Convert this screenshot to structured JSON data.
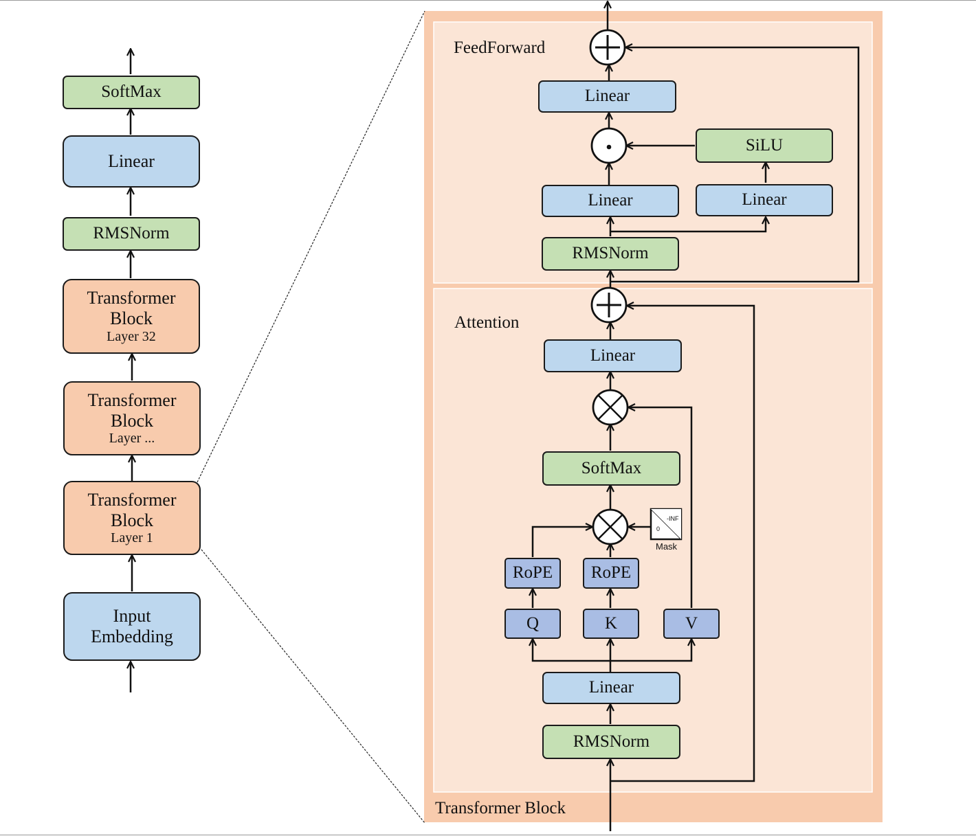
{
  "overall": {
    "softmax": "SoftMax",
    "linear": "Linear",
    "rmsnorm": "RMSNorm",
    "block_32": {
      "title_1": "Transformer",
      "title_2": "Block",
      "layer": "Layer 32"
    },
    "block_mid": {
      "title_1": "Transformer",
      "title_2": "Block",
      "layer": "Layer ..."
    },
    "block_1": {
      "title_1": "Transformer",
      "title_2": "Block",
      "layer": "Layer 1"
    },
    "embedding": {
      "line_1": "Input",
      "line_2": "Embedding"
    }
  },
  "detail": {
    "title": "Transformer Block",
    "feedforward": {
      "title": "FeedForward",
      "linear_out": "Linear",
      "silu": "SiLU",
      "linear_gate": "Linear",
      "linear_up": "Linear",
      "rmsnorm": "RMSNorm",
      "multiply_symbol": "·"
    },
    "attention": {
      "title": "Attention",
      "linear_out": "Linear",
      "softmax": "SoftMax",
      "rope_q": "RoPE",
      "rope_k": "RoPE",
      "q": "Q",
      "k": "K",
      "v": "V",
      "linear_in": "Linear",
      "rmsnorm": "RMSNorm",
      "mask": {
        "caption": "Mask",
        "zero": "0",
        "neg_inf": "-INF"
      }
    }
  },
  "colors": {
    "blue_box": "#bdd7ee",
    "green_box": "#c5e0b4",
    "orange_box": "#f8cbad",
    "qkv_box": "#a9bde4",
    "outer_panel": "#f8cbad",
    "inner_panel": "#fbe5d6"
  }
}
